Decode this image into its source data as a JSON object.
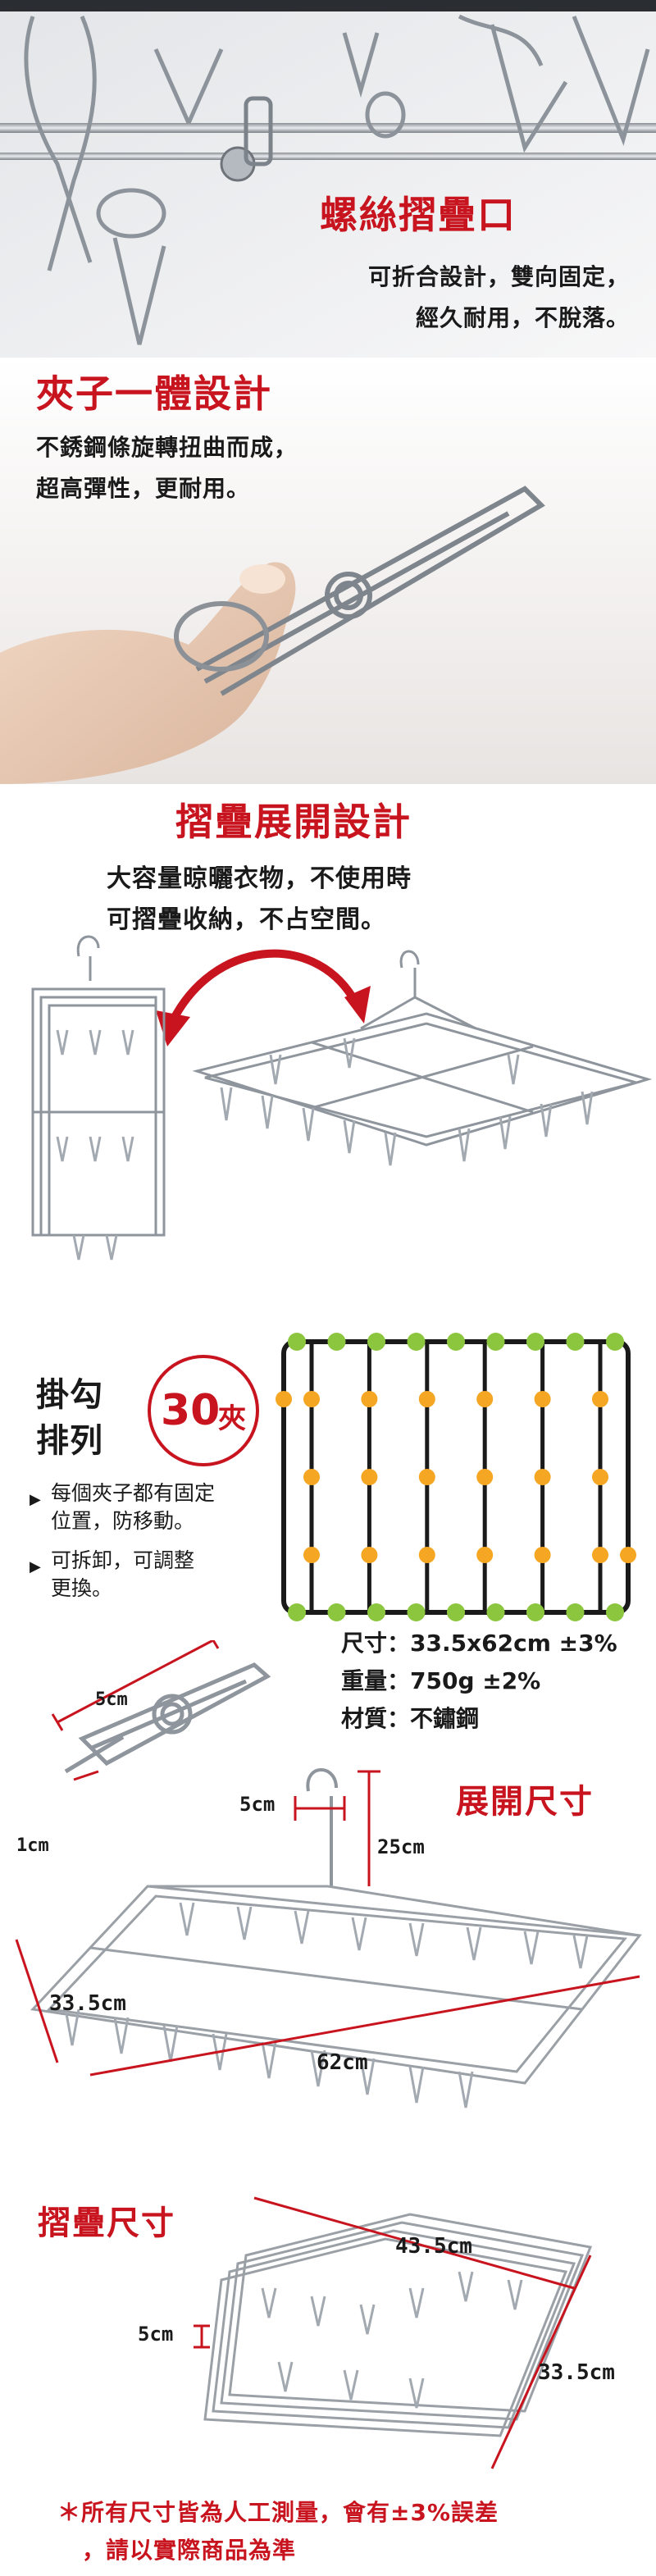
{
  "section_screw": {
    "title": "螺絲摺疊口",
    "line1": "可折合設計，雙向固定，",
    "line2": "經久耐用，不脫落。"
  },
  "section_clip": {
    "title": "夾子一體設計",
    "line1": "不銹鋼條旋轉扭曲而成，",
    "line2": "超高彈性，更耐用。"
  },
  "section_fold": {
    "title": "摺疊展開設計",
    "line1": "大容量晾曬衣物，不使用時",
    "line2": "可摺疊收納，不占空間。"
  },
  "section_layout": {
    "hook_label_1": "掛勾",
    "hook_label_2": "排列",
    "count_num": "30",
    "count_unit": "夾",
    "bullet1_line1": "每個夾子都有固定",
    "bullet1_line2": "位置，防移動。",
    "bullet2_line1": "可拆卸，可調整",
    "bullet2_line2": "更換。",
    "bullet_marker": "▶",
    "spec_size": "尺寸：33.5x62cm ±3%",
    "spec_weight": "重量：750g ±2%",
    "spec_material": "材質：不鏽鋼",
    "dot_colors": {
      "green": "#8cc63f",
      "orange": "#f5a623",
      "rail": "#1a1a1a"
    }
  },
  "section_expand": {
    "clip_length": "5cm",
    "clip_width": "1cm",
    "hook_width": "5cm",
    "hook_height": "25cm",
    "title": "展開尺寸",
    "side": "33.5cm",
    "length": "62cm"
  },
  "section_folded": {
    "title": "摺疊尺寸",
    "length": "43.5cm",
    "thickness": "5cm",
    "side": "33.5cm"
  },
  "footer": {
    "line1": "＊所有尺寸皆為人工測量，會有±3%誤差",
    "line2": "，請以實際商品為準"
  },
  "colors": {
    "accent": "#c8141e",
    "text": "#1a1a1a",
    "steel": "#9aa0a6"
  }
}
